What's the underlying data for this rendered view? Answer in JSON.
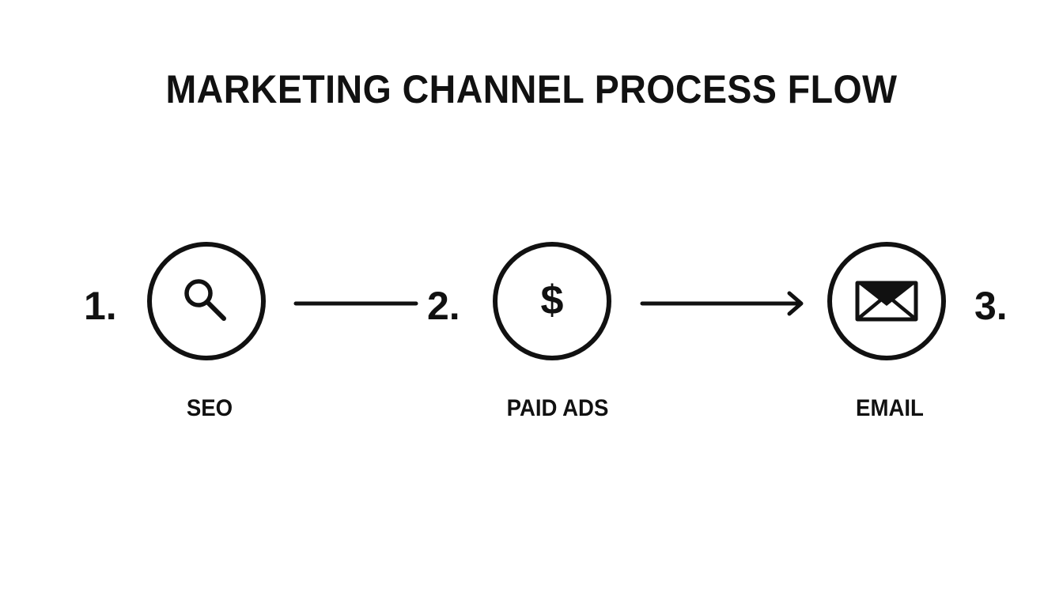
{
  "title": "MARKETING CHANNEL PROCESS FLOW",
  "steps": [
    {
      "number": "1.",
      "label": "SEO",
      "icon": "search-icon"
    },
    {
      "number": "2.",
      "label": "PAID ADS",
      "icon": "dollar-icon",
      "glyph": "$"
    },
    {
      "number": "3.",
      "label": "EMAIL",
      "icon": "envelope-icon"
    }
  ],
  "connectors": [
    {
      "from": "SEO",
      "to": "PAID ADS",
      "style": "line"
    },
    {
      "from": "PAID ADS",
      "to": "EMAIL",
      "style": "arrow"
    }
  ],
  "colors": {
    "ink": "#111111",
    "background": "#ffffff"
  }
}
